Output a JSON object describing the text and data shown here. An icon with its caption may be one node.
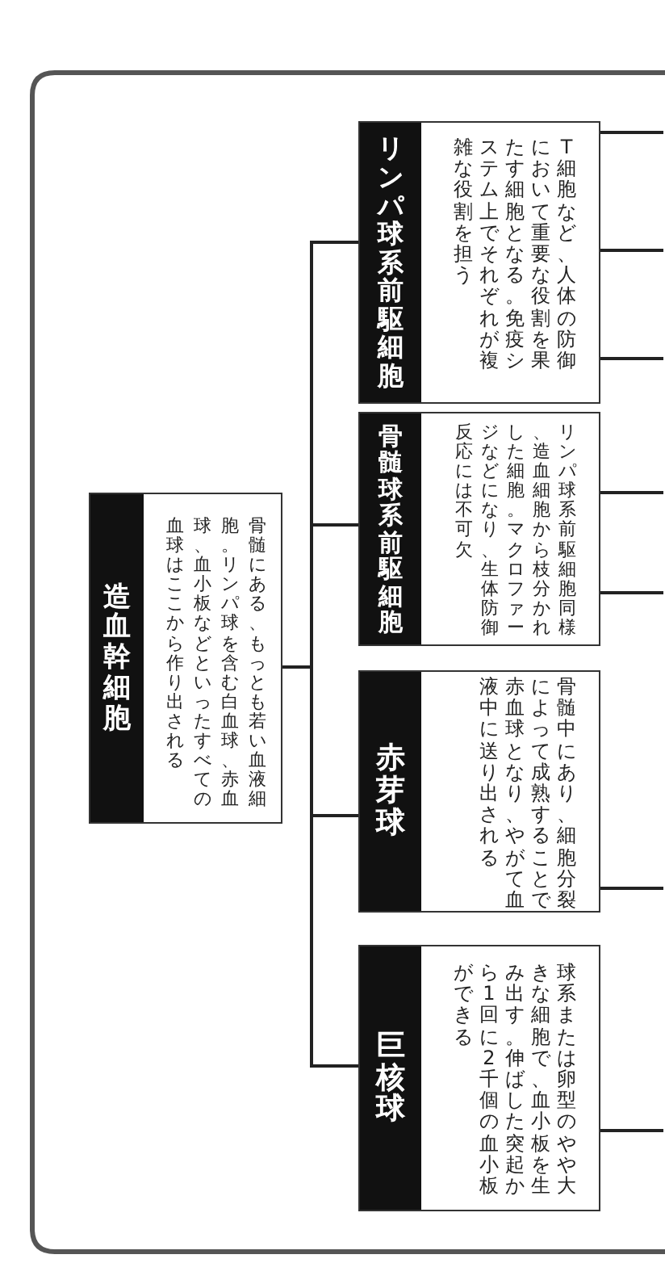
{
  "diagram": {
    "nodes": [
      {
        "text": [
          "造血幹細胞",
          "骨髄にある、もっとも若い血液細胞。リンパ球を含む白血球、赤血球、血小板などといったすべての血球はここから作り出される"
        ]
      },
      {
        "text": [
          "リンパ球系前駆細胞",
          "T細胞など、人体の防御において重要な役割を果たす細胞となる。免疫システム上でそれぞれが複雑な役割を担う"
        ]
      },
      {
        "text": [
          "骨髄球系前駆細胞",
          "リンパ球系前駆細胞同様、造血細胞から枝分かれした細胞。マクロファージなどになり、生体防御反応には不可欠"
        ]
      },
      {
        "text": [
          "赤芽球",
          "骨髄中にあり、細胞分裂によって成熟することで赤血球となり、やがて血液中に送り出される"
        ]
      },
      {
        "text": [
          "巨核球",
          "球系または卵型のやや大きな細胞で、血小板を生み出す。伸ばした突起から1回に2千個の血小板ができる"
        ]
      }
    ],
    "edges": [
      {
        "from": 0,
        "to": 1,
        "arrow": "none"
      },
      {
        "from": 0,
        "to": 2,
        "arrow": "none"
      },
      {
        "from": 0,
        "to": 3,
        "arrow": "none"
      },
      {
        "from": 0,
        "to": 4,
        "arrow": "none"
      },
      {
        "from": 1,
        "to": null,
        "arrow": "none"
      },
      {
        "from": 1,
        "to": null,
        "arrow": "none"
      },
      {
        "from": 1,
        "to": null,
        "arrow": "none"
      },
      {
        "from": 2,
        "to": null,
        "arrow": "none"
      },
      {
        "from": 2,
        "to": null,
        "arrow": "none"
      },
      {
        "from": 3,
        "to": null,
        "arrow": "none"
      },
      {
        "from": 4,
        "to": null,
        "arrow": "none"
      }
    ]
  }
}
